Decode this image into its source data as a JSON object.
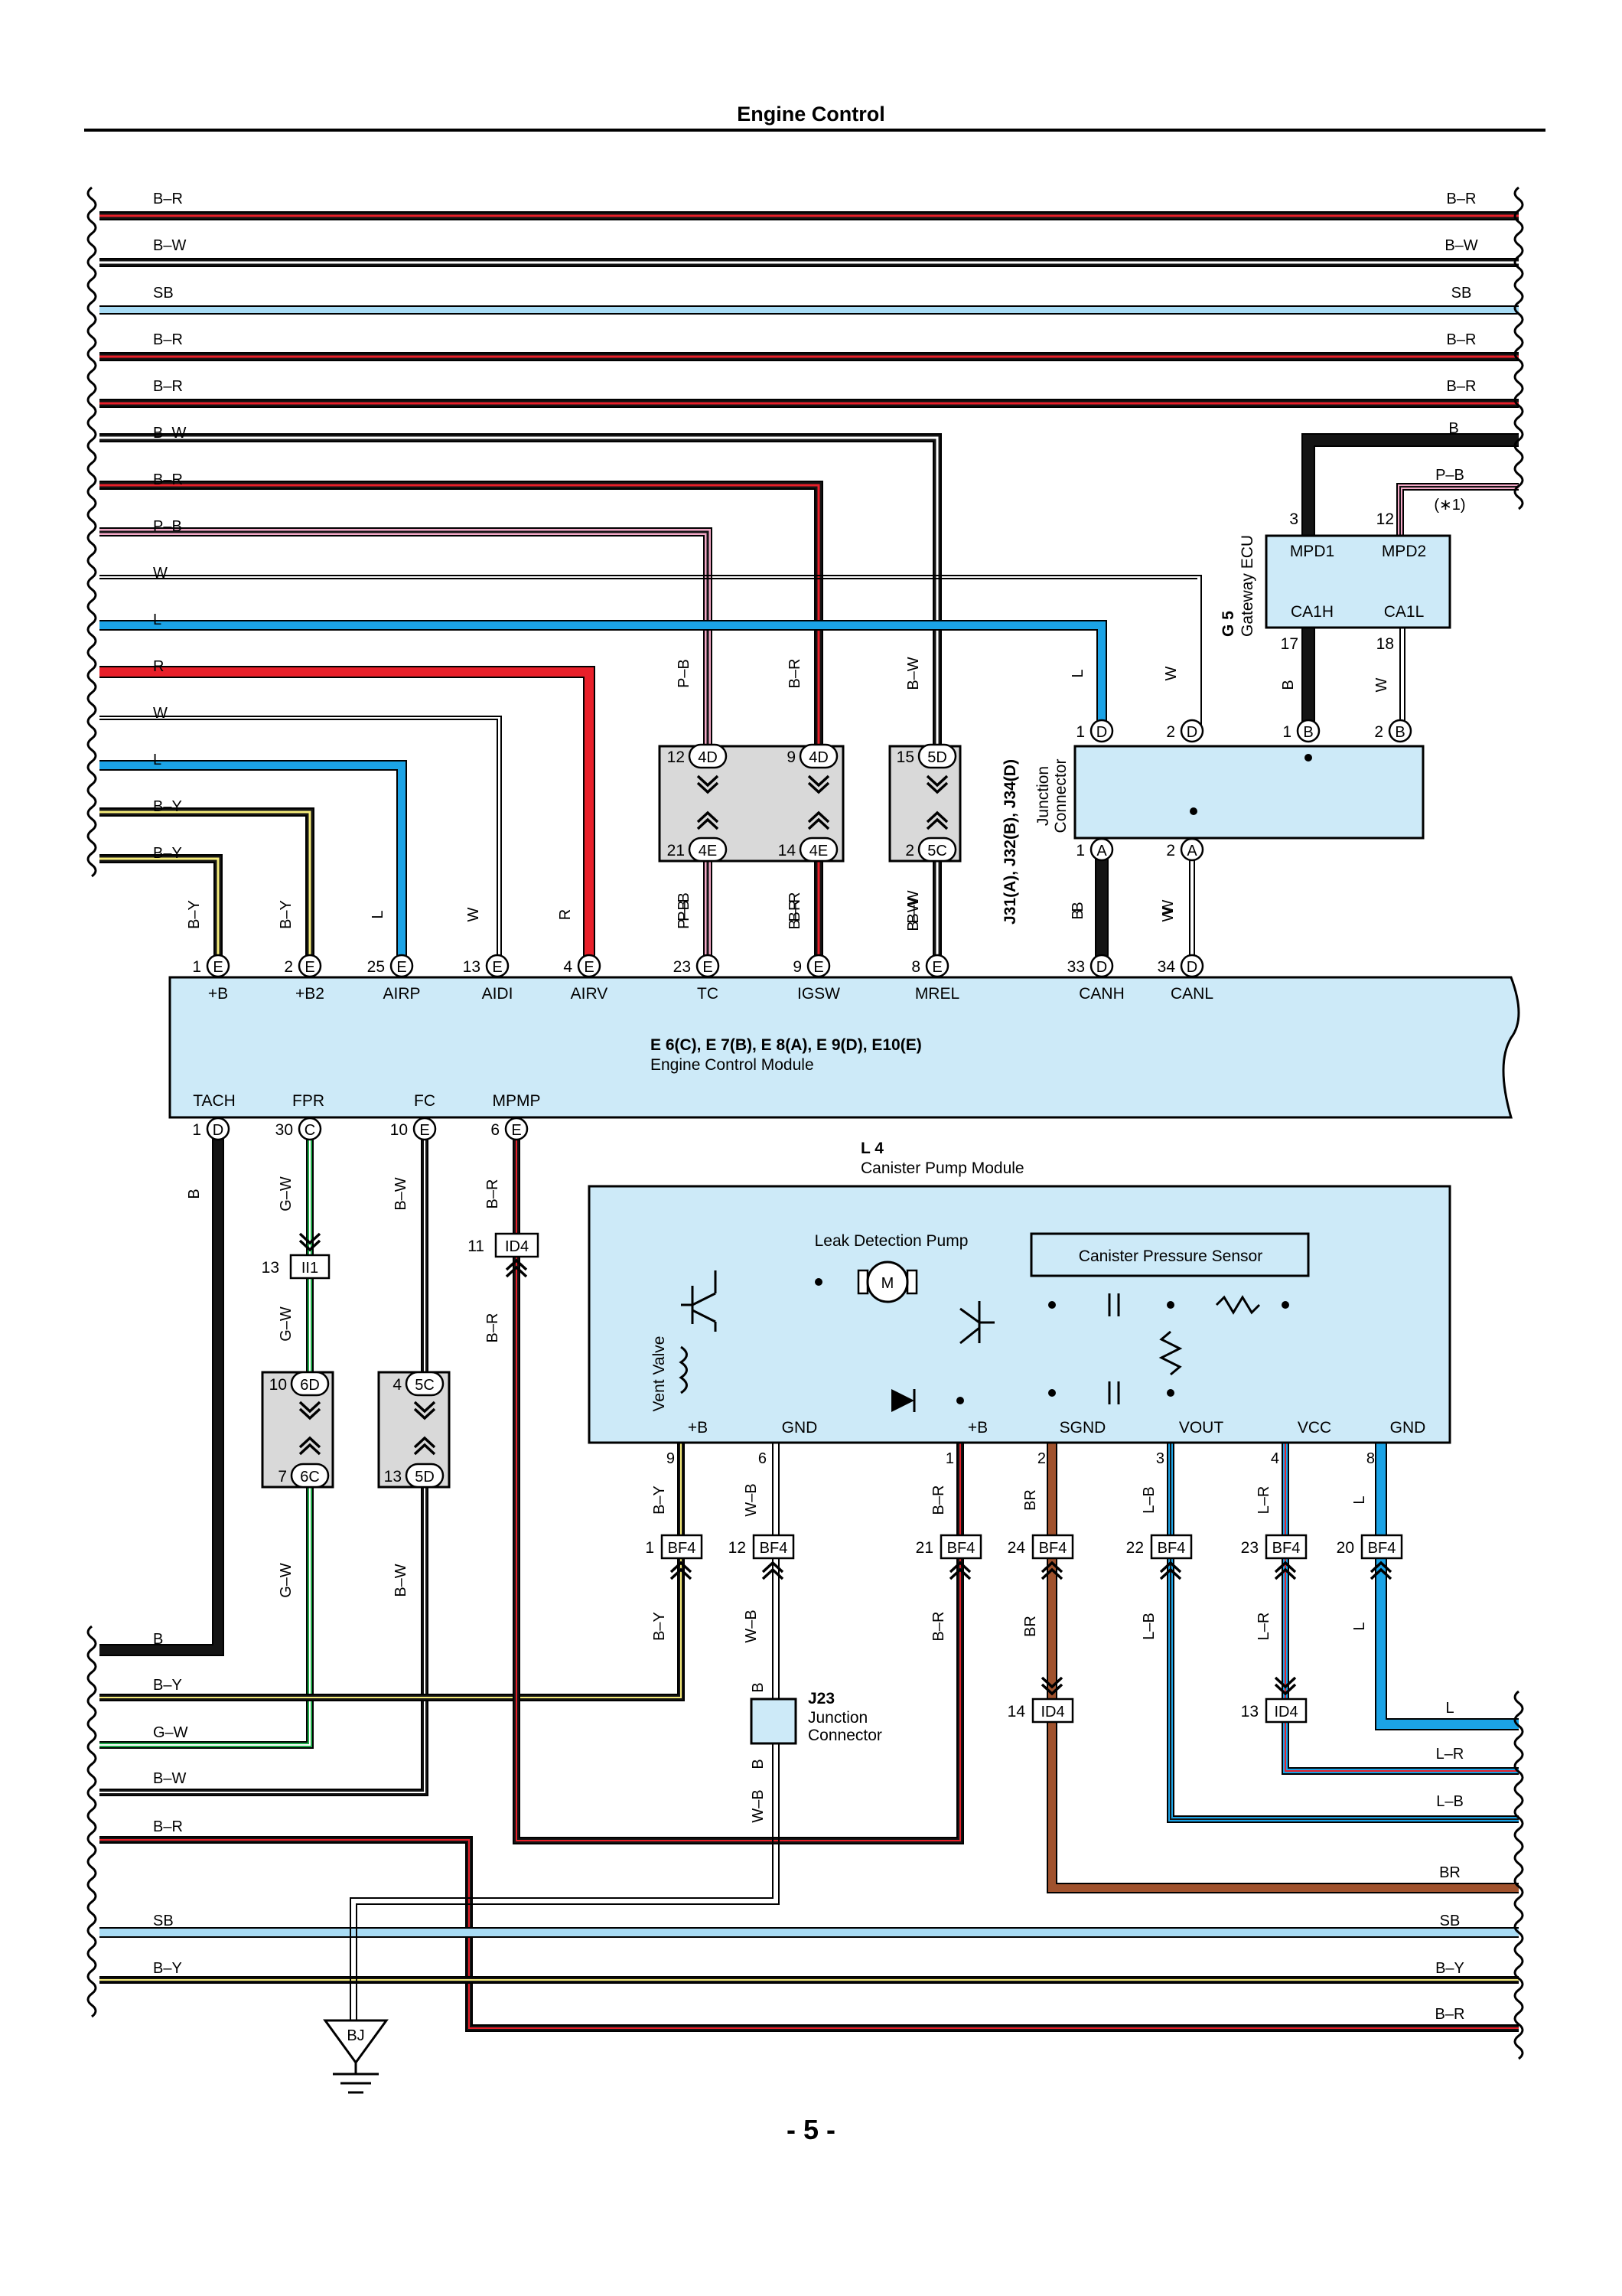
{
  "header": {
    "title": "Engine Control"
  },
  "footer": {
    "page_number": "- 5 -"
  },
  "colors": {
    "B": "#141414",
    "W": "#ffffff",
    "R": "#e8202a",
    "L": "#1ba3e6",
    "SB": "#a8dcf5",
    "Y": "#f6ec7a",
    "G": "#1faa4a",
    "P": "#f4a8c7",
    "BR": "#a0522d",
    "module_fill": "#cdeaf8",
    "splice_fill": "#d9d9d9"
  },
  "left_bus": [
    {
      "label": "B–R"
    },
    {
      "label": "B–W"
    },
    {
      "label": "SB"
    },
    {
      "label": "B–R"
    },
    {
      "label": "B–R"
    },
    {
      "label": "B–W"
    },
    {
      "label": "B–R"
    },
    {
      "label": "P–B"
    },
    {
      "label": "W"
    },
    {
      "label": "L"
    },
    {
      "label": "R"
    },
    {
      "label": "W"
    },
    {
      "label": "L"
    },
    {
      "label": "B–Y"
    },
    {
      "label": "B–Y"
    }
  ],
  "right_bus": [
    {
      "label": "B–R"
    },
    {
      "label": "B–W"
    },
    {
      "label": "SB"
    },
    {
      "label": "B–R"
    },
    {
      "label": "B–R"
    },
    {
      "label": "B"
    },
    {
      "label": "P–B"
    },
    {
      "label": "(∗1)"
    }
  ],
  "lower_bus_left": [
    {
      "label": "B"
    },
    {
      "label": "B–Y"
    },
    {
      "label": "G–W"
    },
    {
      "label": "B–W"
    },
    {
      "label": "B–R"
    },
    {
      "label": "SB"
    },
    {
      "label": "B–Y"
    }
  ],
  "lower_bus_right": [
    {
      "label": "L"
    },
    {
      "label": "L–R"
    },
    {
      "label": "L–B"
    },
    {
      "label": "BR"
    },
    {
      "label": "SB"
    },
    {
      "label": "B–Y"
    },
    {
      "label": "B–R"
    }
  ],
  "ecm": {
    "codes": "E 6(C), E 7(B), E 8(A), E 9(D), E10(E)",
    "name": "Engine Control Module",
    "top_pins": [
      {
        "num": "1",
        "conn": "E",
        "name": "+B",
        "wire": "B–Y"
      },
      {
        "num": "2",
        "conn": "E",
        "name": "+B2",
        "wire": "B–Y"
      },
      {
        "num": "25",
        "conn": "E",
        "name": "AIRP",
        "wire": "L"
      },
      {
        "num": "13",
        "conn": "E",
        "name": "AIDI",
        "wire": "W"
      },
      {
        "num": "4",
        "conn": "E",
        "name": "AIRV",
        "wire": "R"
      },
      {
        "num": "23",
        "conn": "E",
        "name": "TC",
        "wire": "P–B"
      },
      {
        "num": "9",
        "conn": "E",
        "name": "IGSW",
        "wire": "B–R"
      },
      {
        "num": "8",
        "conn": "E",
        "name": "MREL",
        "wire": "B–W"
      },
      {
        "num": "33",
        "conn": "D",
        "name": "CANH",
        "wire": "B"
      },
      {
        "num": "34",
        "conn": "D",
        "name": "CANL",
        "wire": "W"
      }
    ],
    "bottom_pins": [
      {
        "num": "1",
        "conn": "D",
        "name": "TACH",
        "wire": "B"
      },
      {
        "num": "30",
        "conn": "C",
        "name": "FPR",
        "wire": "G–W"
      },
      {
        "num": "10",
        "conn": "E",
        "name": "FC",
        "wire": "B–W"
      },
      {
        "num": "6",
        "conn": "E",
        "name": "MPMP",
        "wire": "B–R"
      }
    ]
  },
  "splices_upper": [
    {
      "top_num": "12",
      "top": "4D",
      "bot_num": "21",
      "bot": "4E",
      "wire_top": "P–B",
      "wire_bot": "P–B"
    },
    {
      "top_num": "9",
      "top": "4D",
      "bot_num": "14",
      "bot": "4E",
      "wire_top": "B–R",
      "wire_bot": "B–R"
    },
    {
      "top_num": "15",
      "top": "5D",
      "bot_num": "2",
      "bot": "5C",
      "wire_top": "B–W",
      "wire_bot": "B–W"
    }
  ],
  "splices_lower": [
    {
      "top_num": "10",
      "top": "6D",
      "bot_num": "7",
      "bot": "6C",
      "wire": "G–W"
    },
    {
      "top_num": "4",
      "top": "5C",
      "bot_num": "13",
      "bot": "5D",
      "wire": "B–W"
    }
  ],
  "gateway": {
    "code": "G 5",
    "name": "Gateway ECU",
    "pins": [
      {
        "num": "3",
        "name": "MPD1"
      },
      {
        "num": "12",
        "name": "MPD2"
      },
      {
        "num": "17",
        "name": "CA1H",
        "wire": "B"
      },
      {
        "num": "18",
        "name": "CA1L",
        "wire": "W"
      }
    ]
  },
  "junction": {
    "code": "J31(A), J32(B), J34(D)",
    "name1": "Junction",
    "name2": "Connector",
    "top_pins": [
      {
        "num": "1",
        "conn": "D",
        "wire": "L"
      },
      {
        "num": "2",
        "conn": "D",
        "wire": "W"
      },
      {
        "num": "1",
        "conn": "B"
      },
      {
        "num": "2",
        "conn": "B"
      }
    ],
    "bottom_pins": [
      {
        "num": "1",
        "conn": "A",
        "wire": "B"
      },
      {
        "num": "2",
        "conn": "A",
        "wire": "W"
      }
    ]
  },
  "inline_connectors": {
    "ii1": {
      "num": "13",
      "label": "II1",
      "wire_in": "G–W",
      "wire_out": "G–W"
    },
    "id4_mpmp": {
      "num": "11",
      "label": "ID4",
      "wire_in": "B–R",
      "wire_out": "B–R"
    }
  },
  "canister": {
    "code": "L 4",
    "name": "Canister Pump Module",
    "leak_pump": "Leak Detection Pump",
    "sensor": "Canister Pressure Sensor",
    "vent_valve": "Vent Valve",
    "motor": "M",
    "terminals": [
      {
        "name": "+B",
        "pin": "9",
        "wire": "B–Y",
        "bf_num": "1",
        "bf": "BF4",
        "wire2": "B–Y"
      },
      {
        "name": "GND",
        "pin": "6",
        "wire": "W–B",
        "bf_num": "12",
        "bf": "BF4",
        "wire2": "W–B"
      },
      {
        "name": "+B",
        "pin": "1",
        "wire": "B–R",
        "bf_num": "21",
        "bf": "BF4",
        "wire2": "B–R"
      },
      {
        "name": "SGND",
        "pin": "2",
        "wire": "BR",
        "bf_num": "24",
        "bf": "BF4",
        "wire2": "BR"
      },
      {
        "name": "VOUT",
        "pin": "3",
        "wire": "L–B",
        "bf_num": "22",
        "bf": "BF4",
        "wire2": "L–B"
      },
      {
        "name": "VCC",
        "pin": "4",
        "wire": "L–R",
        "bf_num": "23",
        "bf": "BF4",
        "wire2": "L–R"
      },
      {
        "name": "GND",
        "pin": "8",
        "wire": "L",
        "bf_num": "20",
        "bf": "BF4",
        "wire2": "L"
      }
    ],
    "id4_br": {
      "num": "14",
      "label": "ID4"
    },
    "id4_lr": {
      "num": "13",
      "label": "ID4"
    }
  },
  "j23": {
    "code": "J23",
    "name1": "Junction",
    "name2": "Connector",
    "pin": "B"
  },
  "ground": {
    "label": "BJ"
  }
}
